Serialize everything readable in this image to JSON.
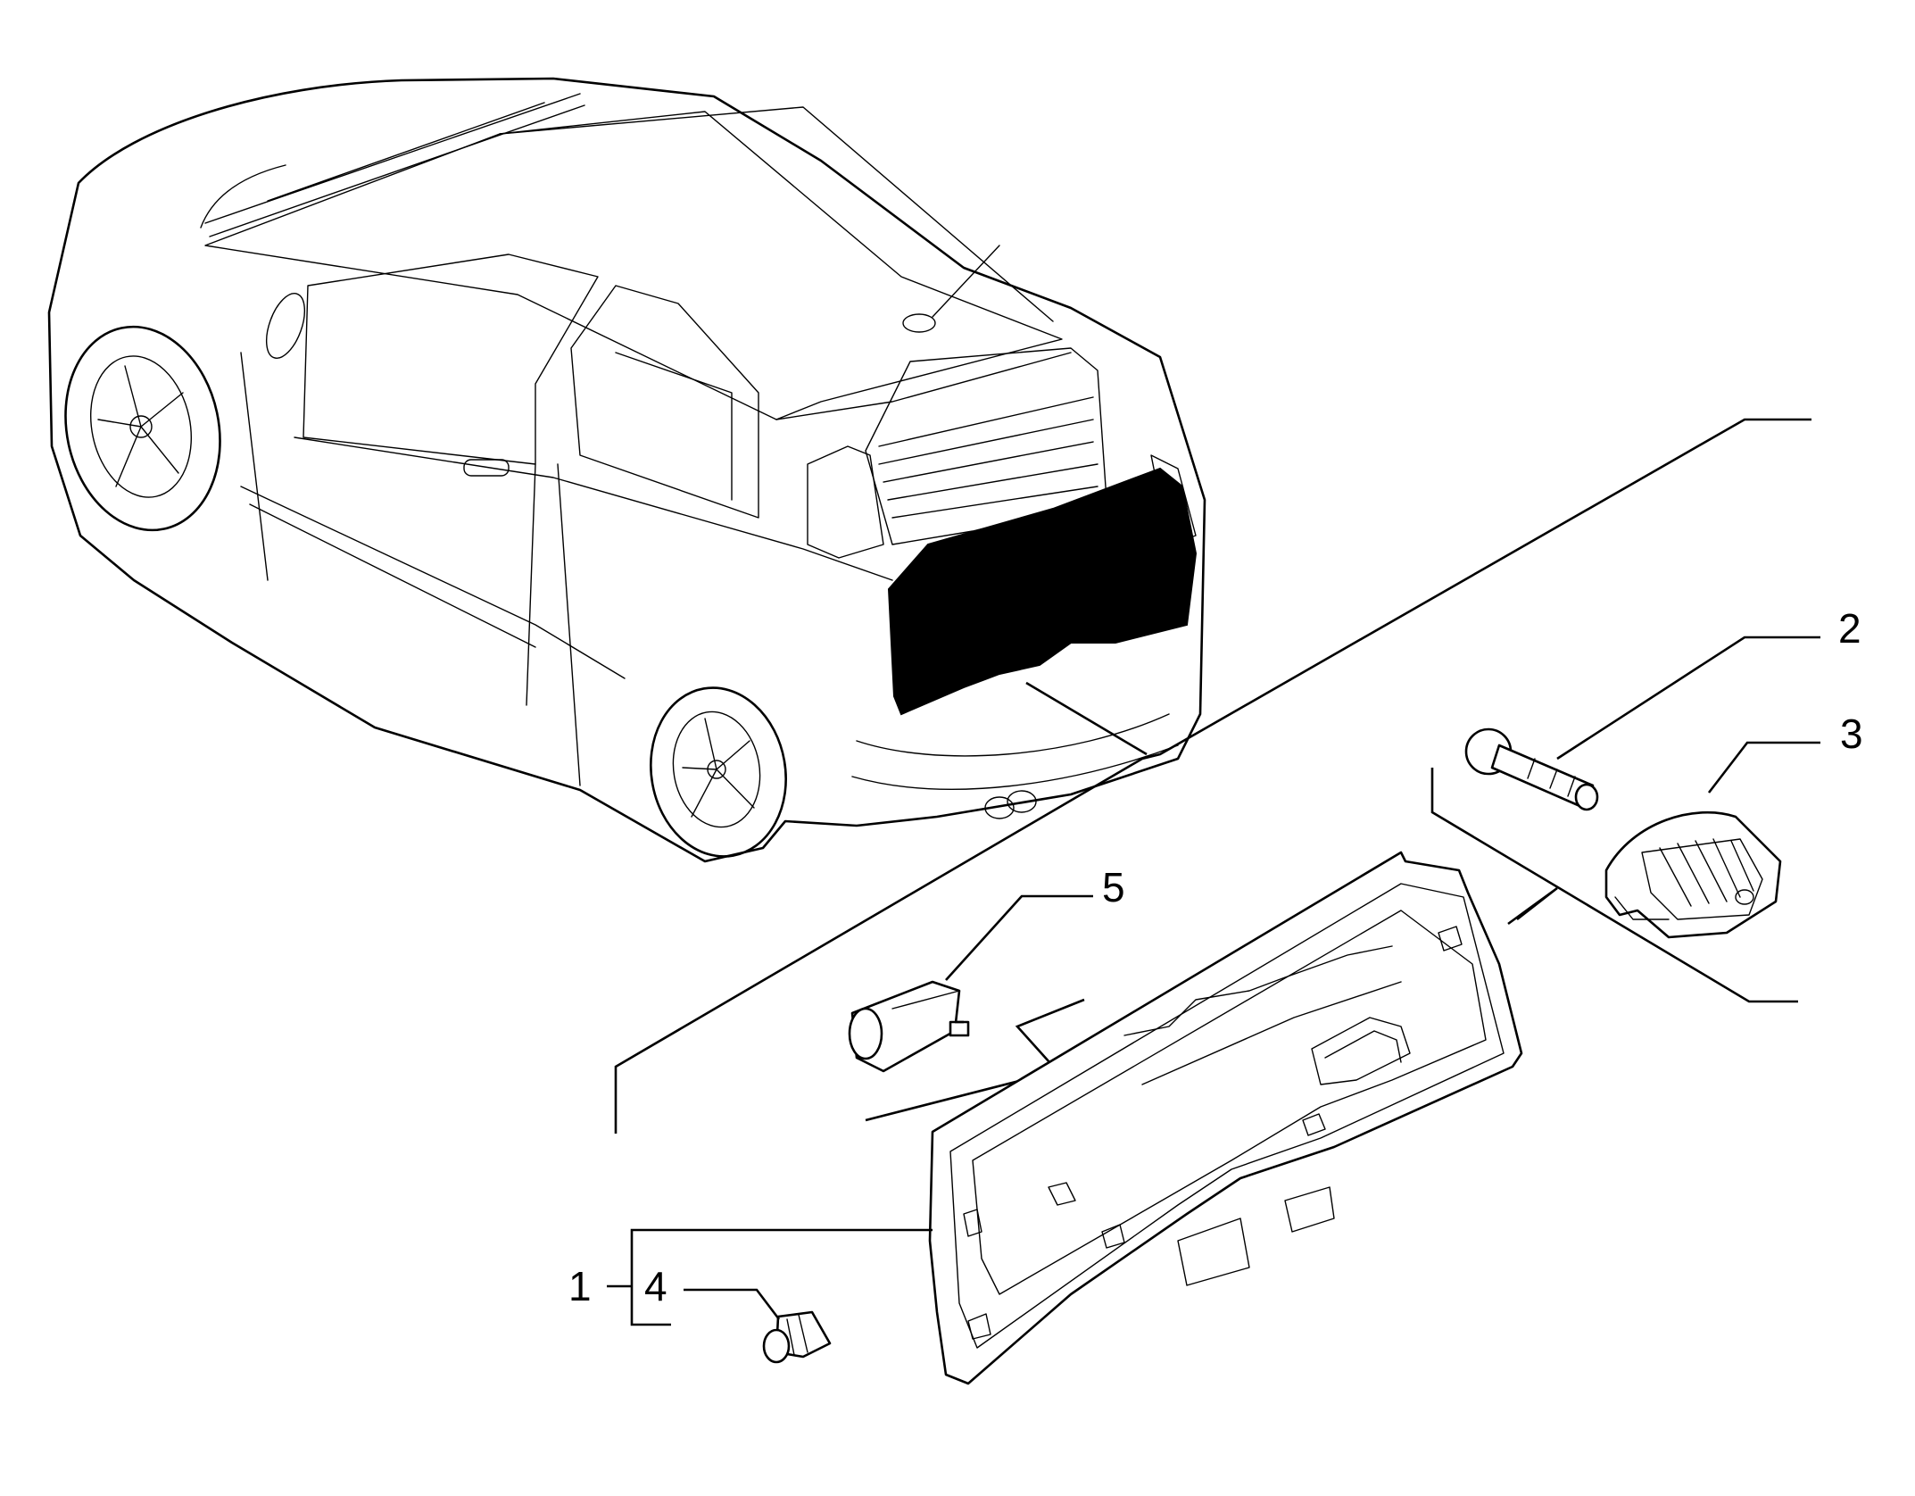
{
  "callouts": {
    "c1": "1",
    "c2": "2",
    "c3": "3",
    "c4": "4",
    "c5": "5"
  },
  "colors": {
    "line": "#000000",
    "background": "#ffffff",
    "highlight_panel": "#000000"
  }
}
